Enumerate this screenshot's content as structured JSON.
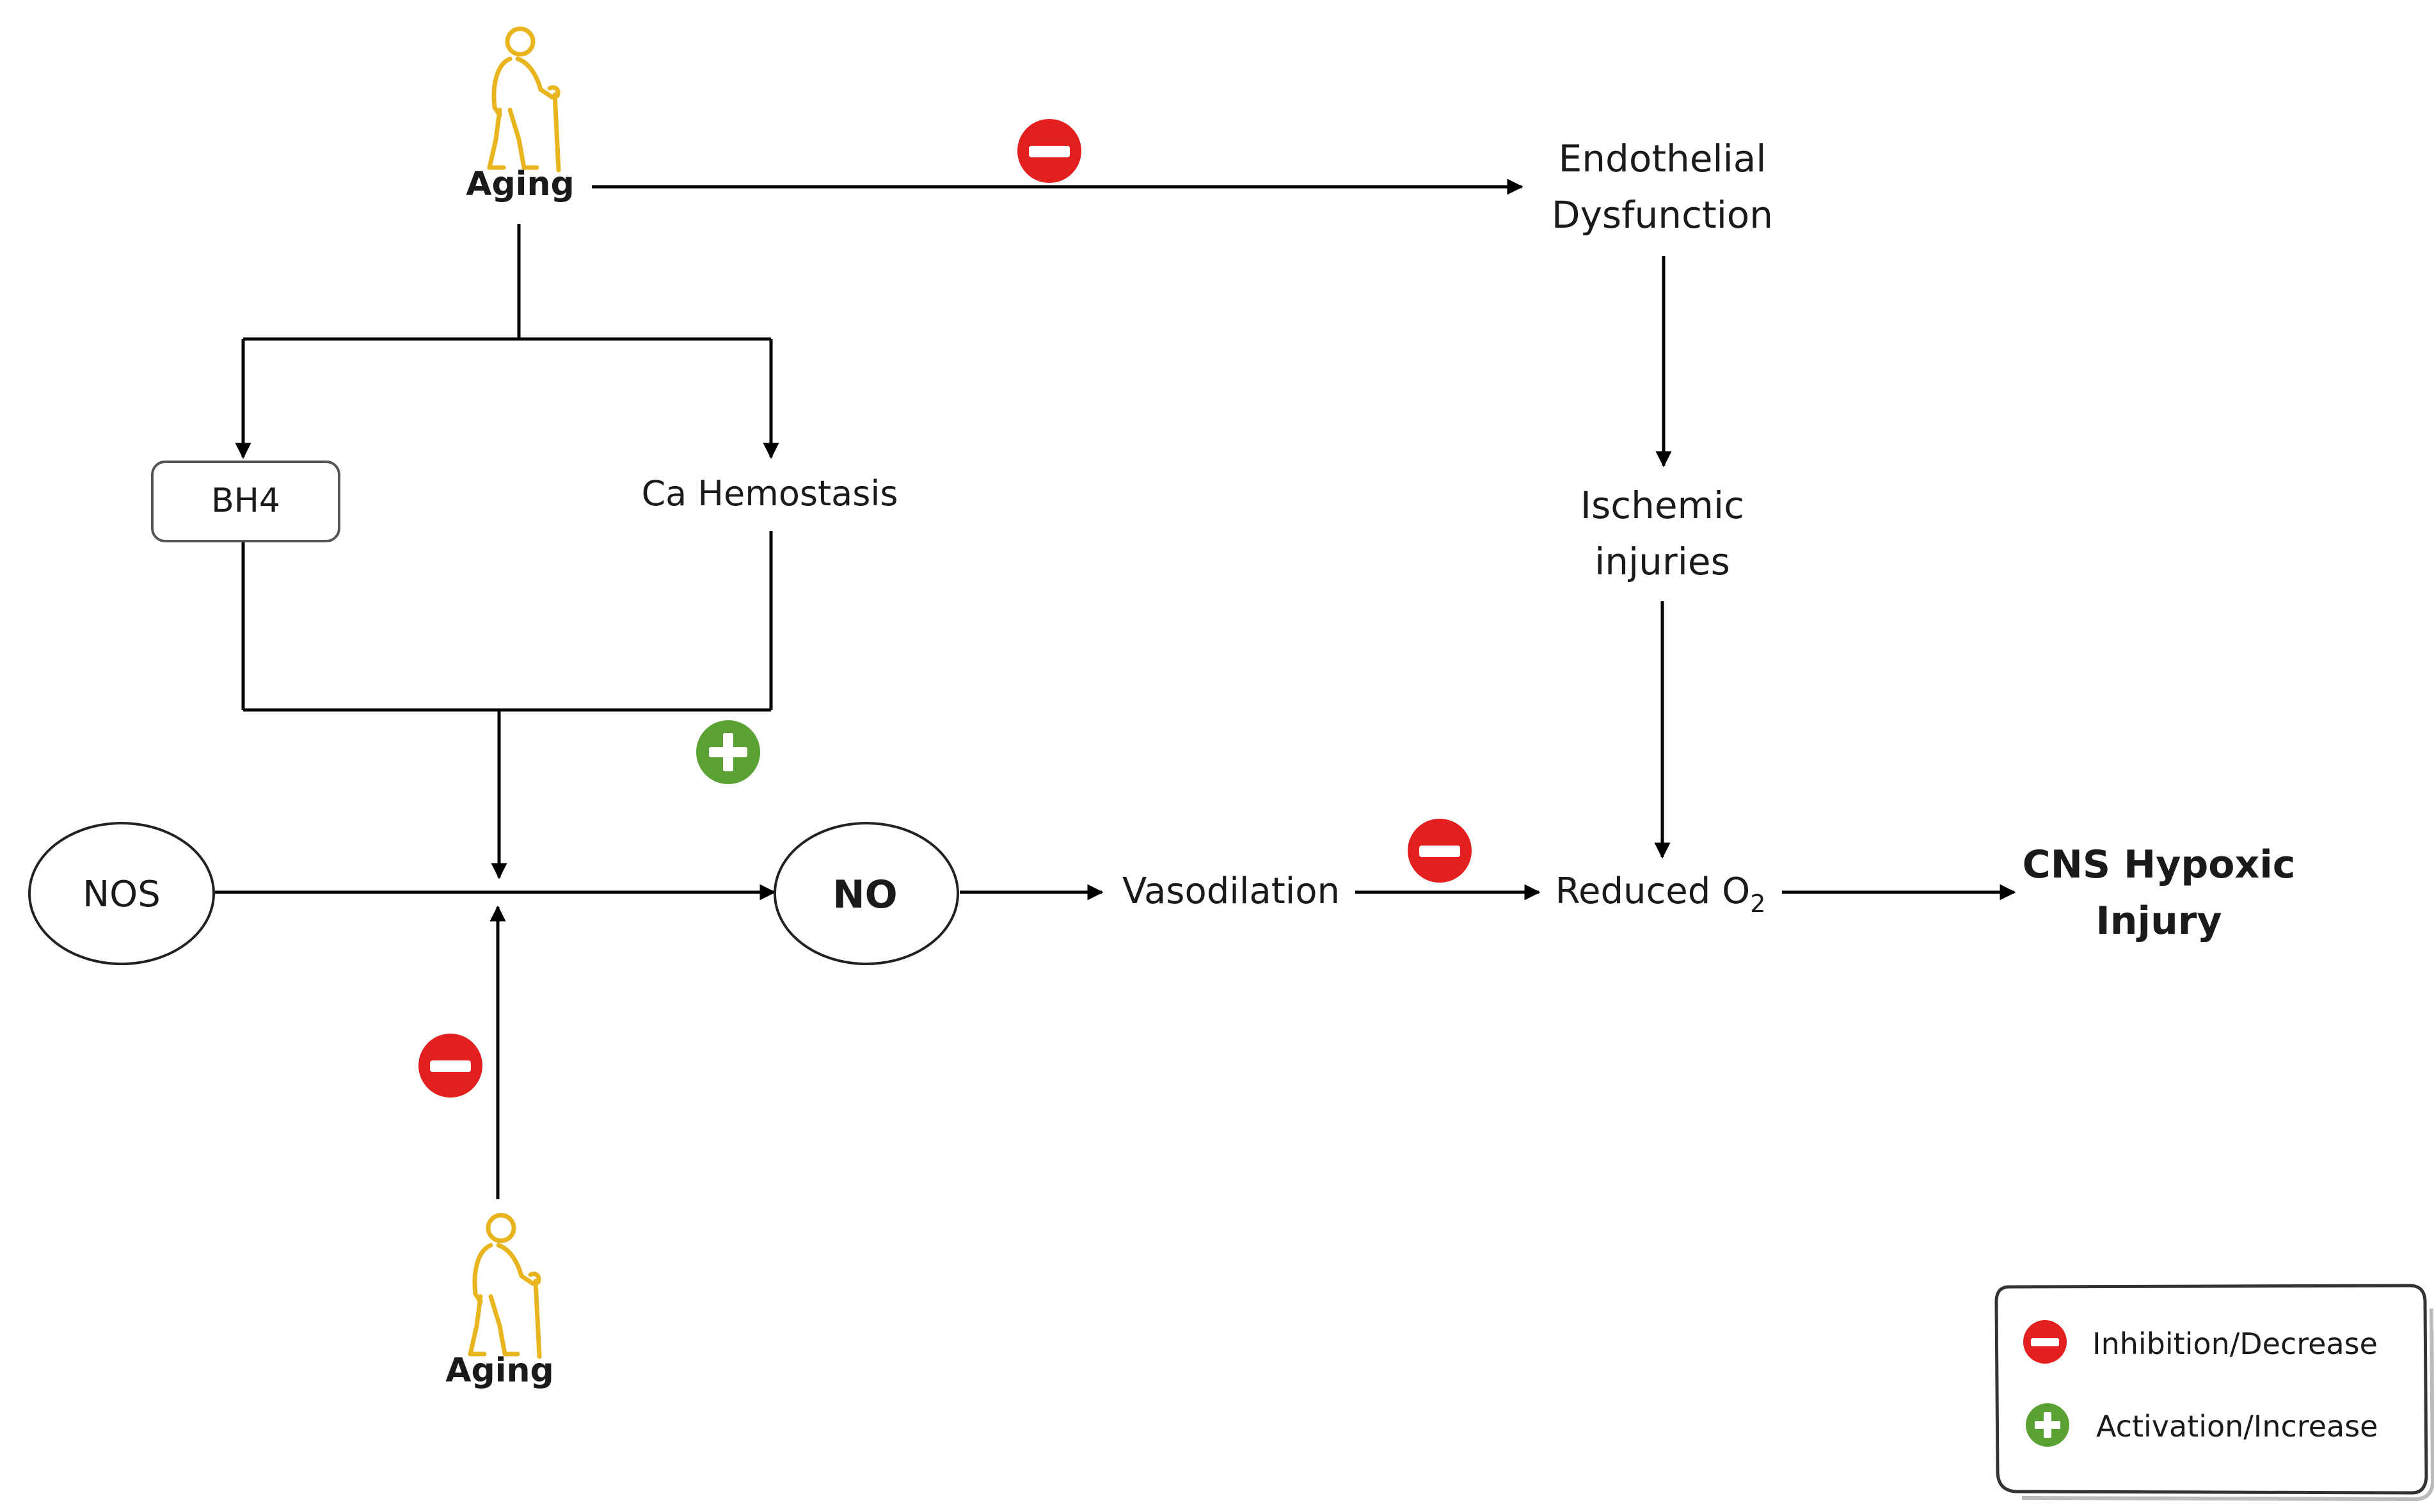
{
  "nodes": {
    "aging_top": "Aging",
    "aging_bottom": "Aging",
    "endothelial_line1": "Endothelial",
    "endothelial_line2": "Dysfunction",
    "bh4": "BH4",
    "ca_hemostasis": "Ca Hemostasis",
    "ischemic_line1": "Ischemic",
    "ischemic_line2": "injuries",
    "nos": "NOS",
    "no": "NO",
    "vasodilation": "Vasodilation",
    "reduced_o2_main": "Reduced O",
    "reduced_o2_sub": "2",
    "cns_line1": "CNS Hypoxic",
    "cns_line2": "Injury"
  },
  "legend": {
    "inhibition_label": "Inhibition/Decrease",
    "activation_label": "Activation/Increase"
  },
  "colors": {
    "inhibition": "#e41f1f",
    "activation": "#5aa233",
    "person_icon": "#e8b51e",
    "line": "#000000"
  },
  "icons": {
    "aging": "elderly-person-with-cane-icon",
    "inhibition": "minus-circle-icon",
    "activation": "plus-circle-icon"
  }
}
